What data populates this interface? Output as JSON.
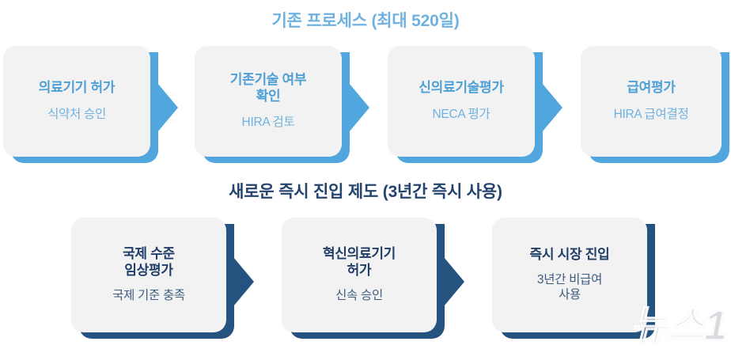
{
  "sections": [
    {
      "id": "legacy",
      "title": "기존 프로세스 (최대 520일)",
      "title_color": "#6FB2DF",
      "accent_color": "#51A6DE",
      "steps": [
        {
          "title": "의료기기 허가",
          "sub": "식약처 승인"
        },
        {
          "title": "기존기술 여부\n확인",
          "sub": "HIRA 검토"
        },
        {
          "title": "신의료기술평가",
          "sub": "NECA 평가"
        },
        {
          "title": "급여평가",
          "sub": "HIRA 급여결정"
        }
      ]
    },
    {
      "id": "new",
      "title": "새로운 즉시 진입 제도 (3년간 즉시 사용)",
      "title_color": "#24436E",
      "accent_color": "#25537F",
      "steps": [
        {
          "title": "국제 수준\n임상평가",
          "sub": "국제 기준 충족"
        },
        {
          "title": "혁신의료기기\n허가",
          "sub": "신속 승인"
        },
        {
          "title": "즉시 시장 진입",
          "sub": "3년간 비급여\n사용"
        }
      ]
    }
  ],
  "watermark": {
    "text": "뉴스1"
  }
}
